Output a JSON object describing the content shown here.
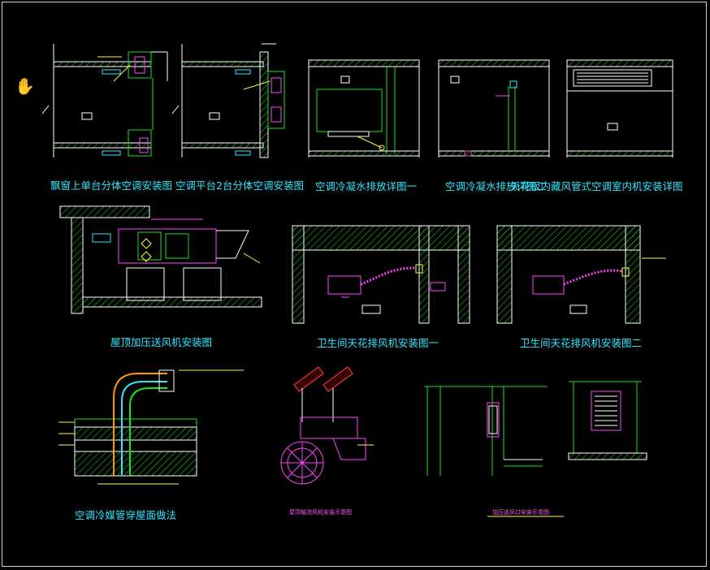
{
  "captions": {
    "c1": "飘窗上单台分体空调安装图",
    "c2": "空调平台2台分体空调安装图",
    "c3": "空调冷凝水排放详图一",
    "c4": "空调冷凝水排放详图二",
    "c5": "天花板内藏风管式空调室内机安装详图",
    "c6": "屋顶加压送风机安装图",
    "c7": "卫生间天花排风机安装图一",
    "c8": "卫生间天花排风机安装图二",
    "c9": "空调冷媒管穿屋面做法",
    "c10": "屋顶轴流风机安装示意图",
    "c11": "加压送风口安装示意图"
  },
  "colors": {
    "wall": "#ffffff",
    "hatch": "#19e619",
    "pipe": "#ff44ff",
    "dim": "#ffff33",
    "caption": "#2ee8ff",
    "frame": "#cfcfcf"
  },
  "icons": {
    "pan": "hand-pan-icon"
  }
}
